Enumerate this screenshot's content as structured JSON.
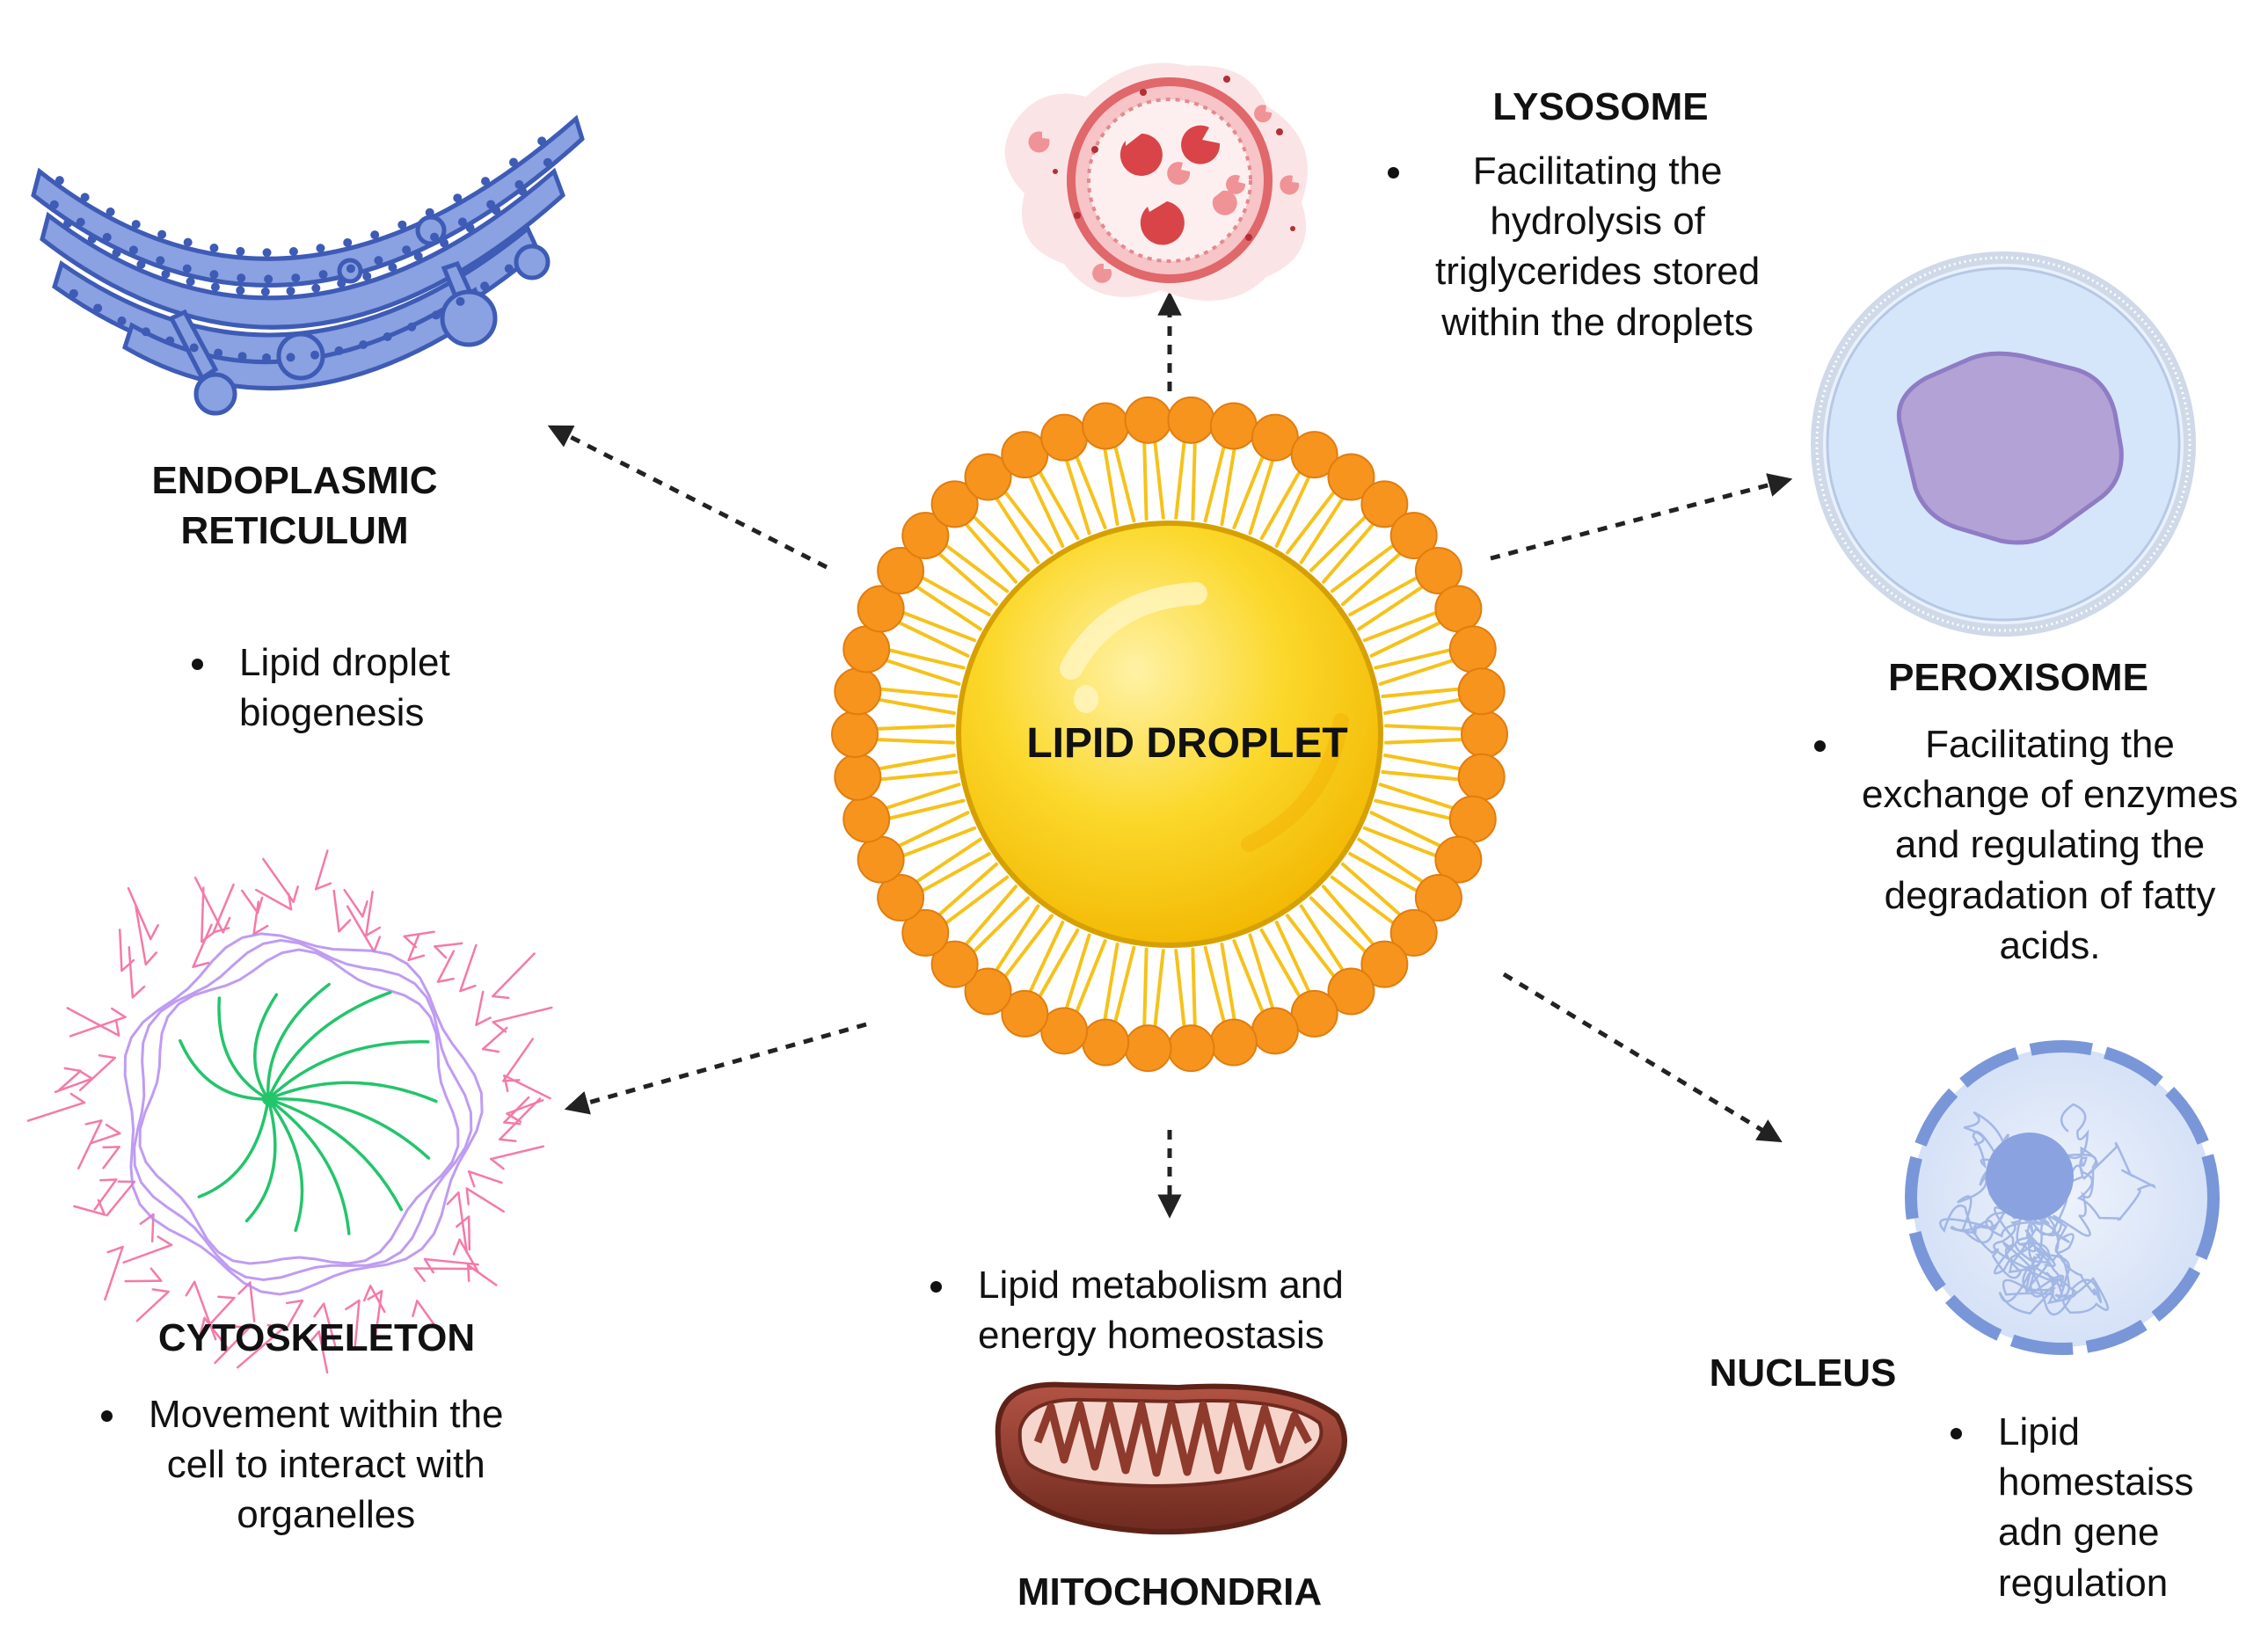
{
  "center": {
    "label": "LIPID DROPLET"
  },
  "organelles": {
    "er": {
      "title": "ENDOPLASMIC\nRETICULUM",
      "function": "Lipid droplet\nbiogenesis"
    },
    "lysosome": {
      "title": "LYSOSOME",
      "function": "Facilitating the\nhydrolysis of\ntriglycerides stored\nwithin the droplets"
    },
    "peroxisome": {
      "title": "PEROXISOME",
      "function": "Facilitating the\nexchange of enzymes\nand regulating the\ndegradation of fatty\nacids."
    },
    "cytoskeleton": {
      "title": "CYTOSKELETON",
      "function": "Movement within the\ncell to interact with\norganelles"
    },
    "mitochondria": {
      "title": "MITOCHONDRIA",
      "function": "Lipid metabolism and\nenergy homeostasis"
    },
    "nucleus": {
      "title": "NUCLEUS",
      "function": "Lipid\nhomestaiss\nadn gene\nregulation"
    }
  },
  "colors": {
    "droplet_core": "#f9c80e",
    "phospholipid_head": "#f7941d",
    "er": "#7b93d6",
    "lysosome": "#e0676a",
    "peroxisome": "#d6e6fa",
    "peroxisome_inner": "#b2a2d6",
    "cytoskeleton_pink": "#f47aa8",
    "cytoskeleton_green": "#23c56b",
    "mitochondria": "#8e3a2c",
    "nucleus": "#8aa9e6"
  }
}
